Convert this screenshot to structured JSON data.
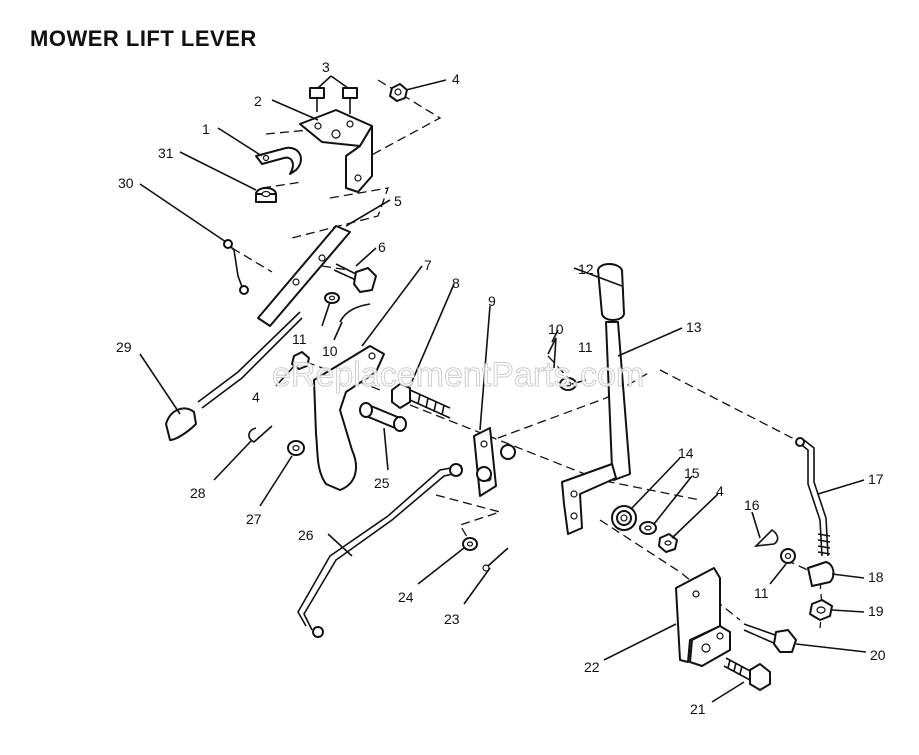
{
  "title": "MOWER LIFT LEVER",
  "watermark": "eReplacementParts.com",
  "callouts": {
    "c1": "1",
    "c2": "2",
    "c3": "3",
    "c4a": "4",
    "c4b": "4",
    "c4c": "4",
    "c5": "5",
    "c6": "6",
    "c7": "7",
    "c8": "8",
    "c9": "9",
    "c10a": "10",
    "c10b": "10",
    "c11a": "11",
    "c11b": "11",
    "c11c": "11",
    "c12": "12",
    "c13": "13",
    "c14": "14",
    "c15": "15",
    "c16": "16",
    "c17": "17",
    "c18": "18",
    "c19": "19",
    "c20": "20",
    "c21": "21",
    "c22": "22",
    "c23": "23",
    "c24": "24",
    "c25": "25",
    "c26": "26",
    "c27": "27",
    "c28": "28",
    "c29": "29",
    "c30": "30",
    "c31": "31"
  }
}
